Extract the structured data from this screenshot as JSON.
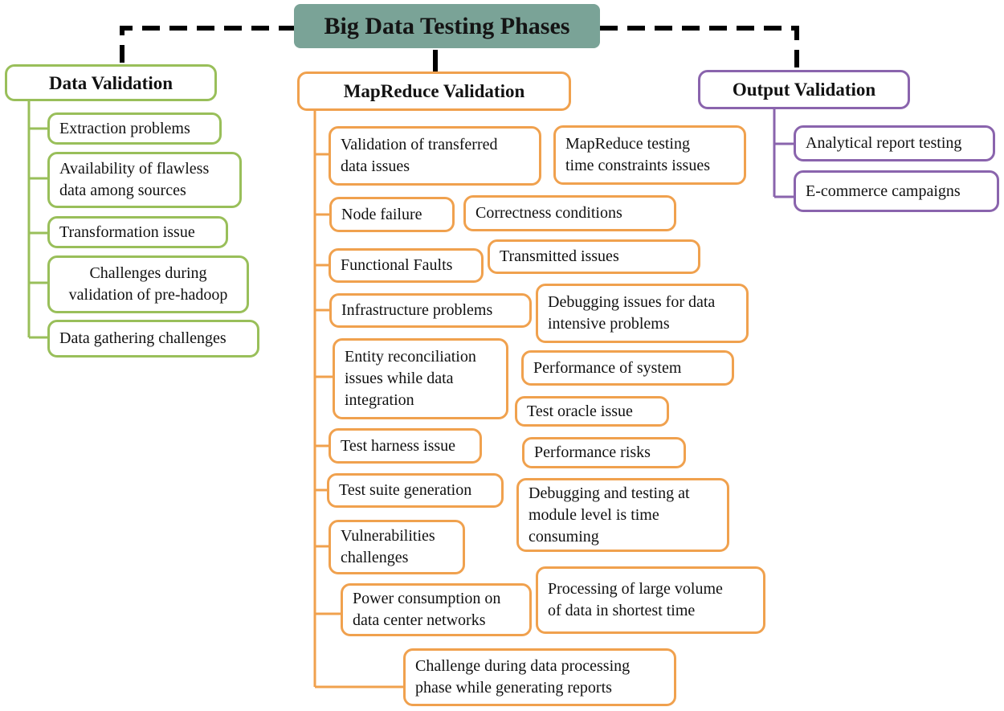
{
  "title": "Big Data Testing Phases",
  "colors": {
    "title_bg": "#7aa397",
    "data_validation": "#99bf5a",
    "mapreduce": "#f0a14e",
    "output": "#8a64ad",
    "connector": "#000000"
  },
  "data_validation": {
    "heading": "Data Validation",
    "items": [
      "Extraction problems",
      "Availability of flawless\ndata among sources",
      "Transformation issue",
      "Challenges during\nvalidation of pre-hadoop",
      "Data gathering challenges"
    ]
  },
  "mapreduce_validation": {
    "heading": "MapReduce Validation",
    "left_items": [
      "Validation of transferred\ndata issues",
      "Node failure",
      "Functional Faults",
      "Infrastructure problems",
      "Entity reconciliation\nissues while data\nintegration",
      "Test harness issue",
      "Test suite generation",
      "Vulnerabilities\nchallenges",
      "Power consumption on\ndata center networks",
      "Challenge during data processing\nphase while generating reports"
    ],
    "right_items": [
      "MapReduce testing\ntime constraints issues",
      "Correctness conditions",
      "Transmitted issues",
      "Debugging issues for data\nintensive problems",
      "Performance of system",
      "Test oracle issue",
      "Performance risks",
      "Debugging and testing at\nmodule level is time\nconsuming",
      "Processing of large volume\nof data in shortest time"
    ]
  },
  "output_validation": {
    "heading": "Output Validation",
    "items": [
      "Analytical report testing",
      "E-commerce campaigns"
    ]
  }
}
